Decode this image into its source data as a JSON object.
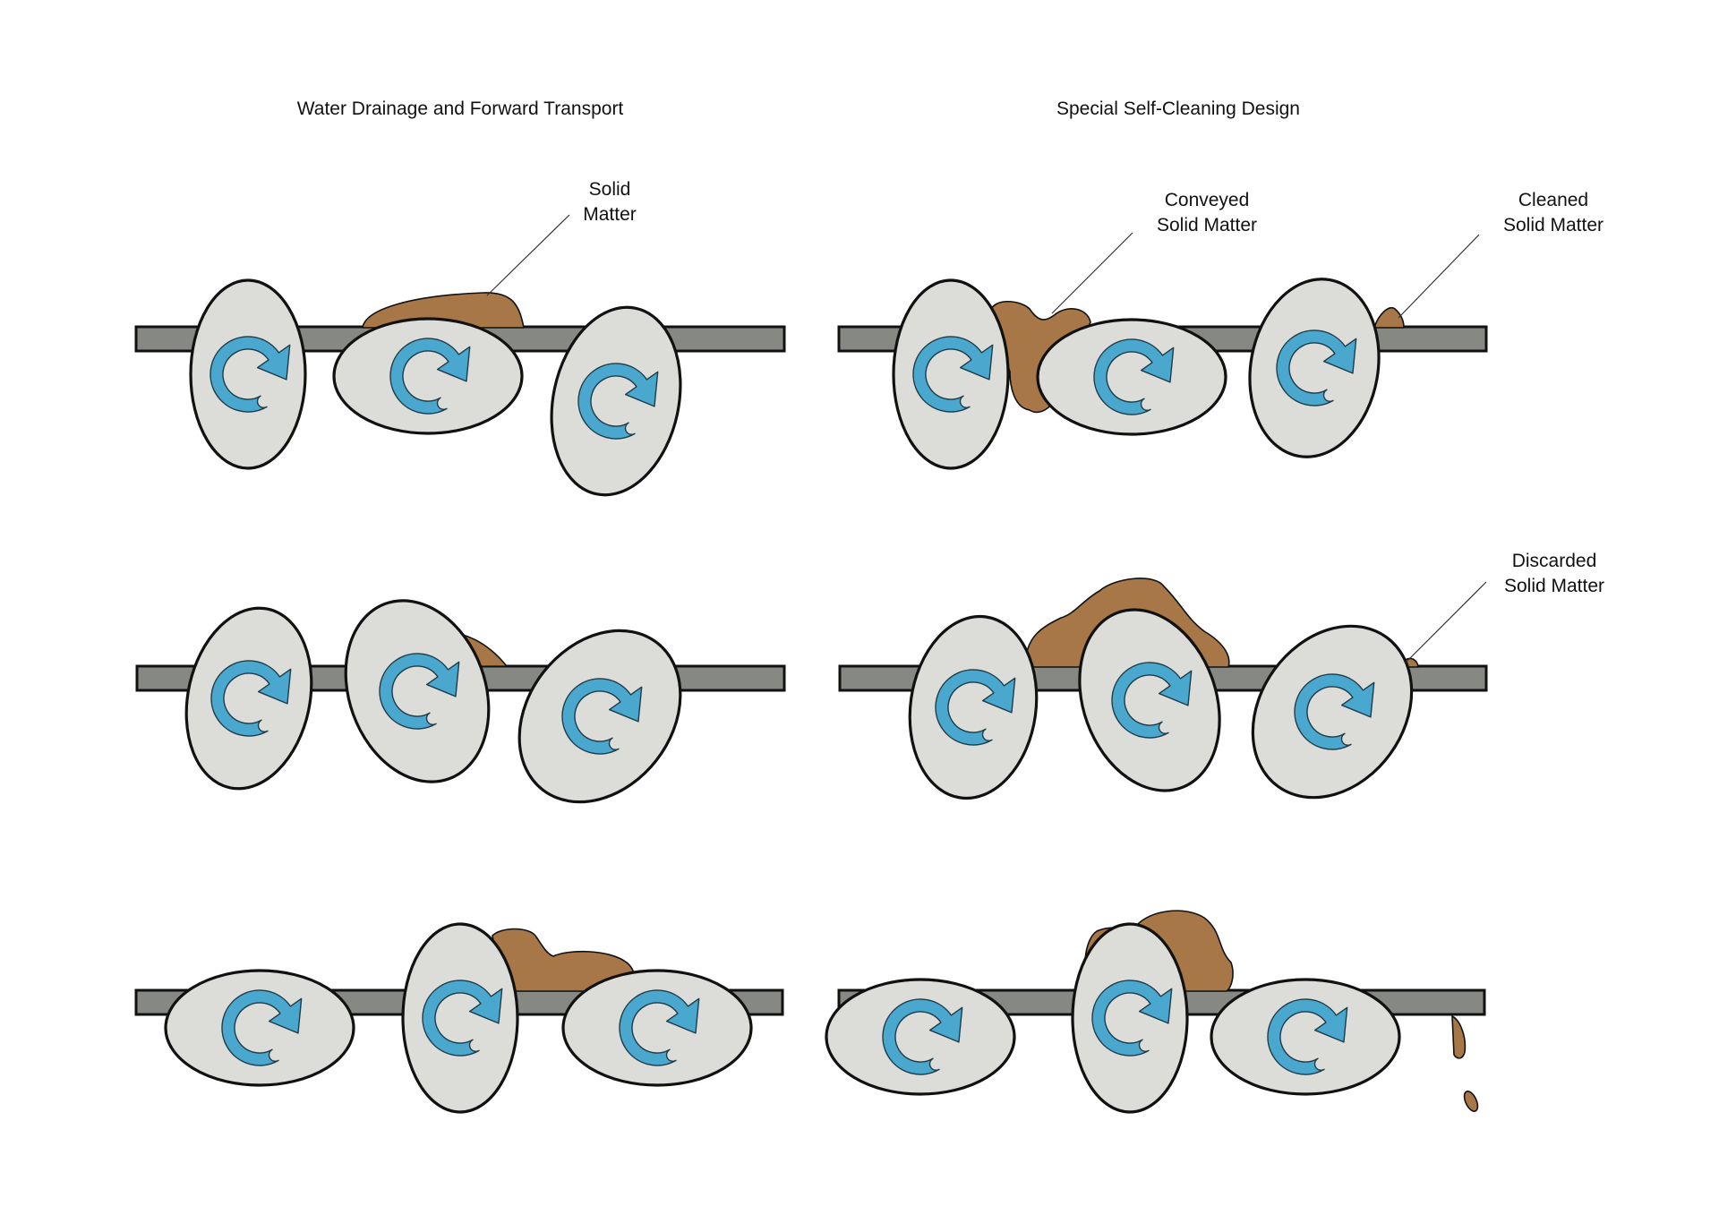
{
  "panels": [
    {
      "title": "Water Drainage and Forward Transport",
      "frames": [
        {
          "callouts": [
            {
              "lines": [
                "Solid",
                "Matter"
              ]
            }
          ]
        },
        {
          "callouts": []
        },
        {
          "callouts": []
        }
      ]
    },
    {
      "title": "Special Self-Cleaning Design",
      "frames": [
        {
          "callouts": [
            {
              "lines": [
                "Conveyed",
                "Solid Matter"
              ]
            },
            {
              "lines": [
                "Cleaned",
                "Solid Matter"
              ]
            }
          ]
        },
        {
          "callouts": [
            {
              "lines": [
                "Discarded",
                "Solid Matter"
              ]
            }
          ]
        },
        {
          "callouts": []
        }
      ]
    }
  ],
  "legend": {
    "disc": "rotating-disc",
    "rotation": "clockwise-rotation-arrow",
    "bar": "screen-bar",
    "solid": "solid-matter"
  },
  "colors": {
    "bar_fill": "#868883",
    "disc_fill": "#dcdcd9",
    "arrow_fill": "#4aa8cf",
    "solid_fill": "#a77747",
    "outline": "#111111"
  }
}
